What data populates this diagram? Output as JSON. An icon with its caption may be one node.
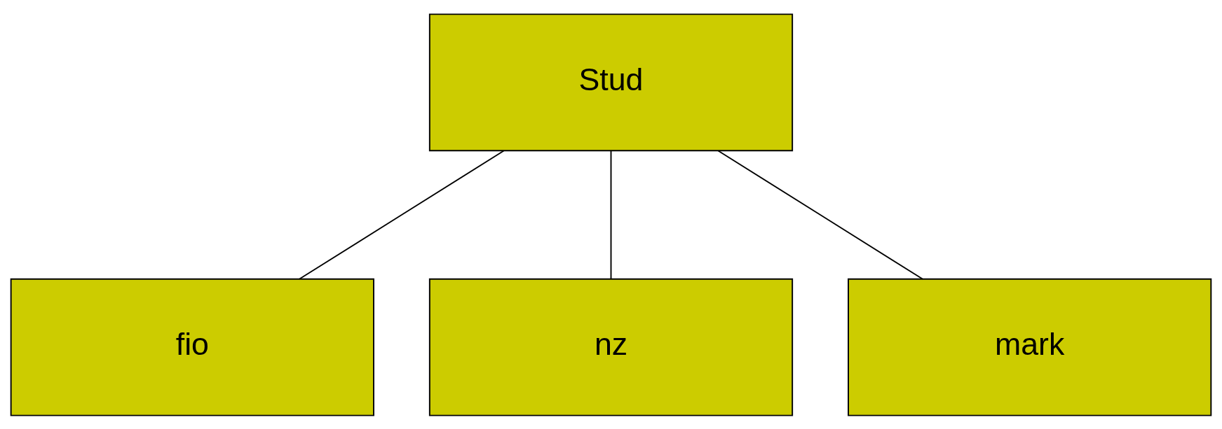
{
  "diagram": {
    "nodes": [
      {
        "text": [
          "Stud"
        ]
      },
      {
        "text": [
          "fio"
        ]
      },
      {
        "text": [
          "nz"
        ]
      },
      {
        "text": [
          "mark"
        ]
      }
    ],
    "edges": [
      {
        "from": 0,
        "to": 1,
        "arrow": "none"
      },
      {
        "from": 0,
        "to": 2,
        "arrow": "none"
      },
      {
        "from": 0,
        "to": 3,
        "arrow": "none"
      }
    ]
  }
}
